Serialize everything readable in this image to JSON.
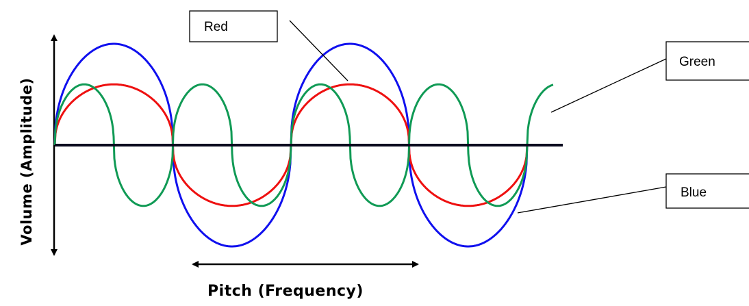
{
  "diagram": {
    "y_axis_label": "Volume (Amplitude)",
    "x_axis_label": "Pitch (Frequency)",
    "labels": {
      "red": "Red",
      "green": "Green",
      "blue": "Blue"
    },
    "waves": [
      {
        "id": "blue",
        "color": "#1010ee",
        "relative_amplitude": 1.0,
        "relative_frequency": 1
      },
      {
        "id": "red",
        "color": "#ee1010",
        "relative_amplitude": 0.6,
        "relative_frequency": 1
      },
      {
        "id": "green",
        "color": "#109a55",
        "relative_amplitude": 0.6,
        "relative_frequency": 2
      }
    ]
  }
}
